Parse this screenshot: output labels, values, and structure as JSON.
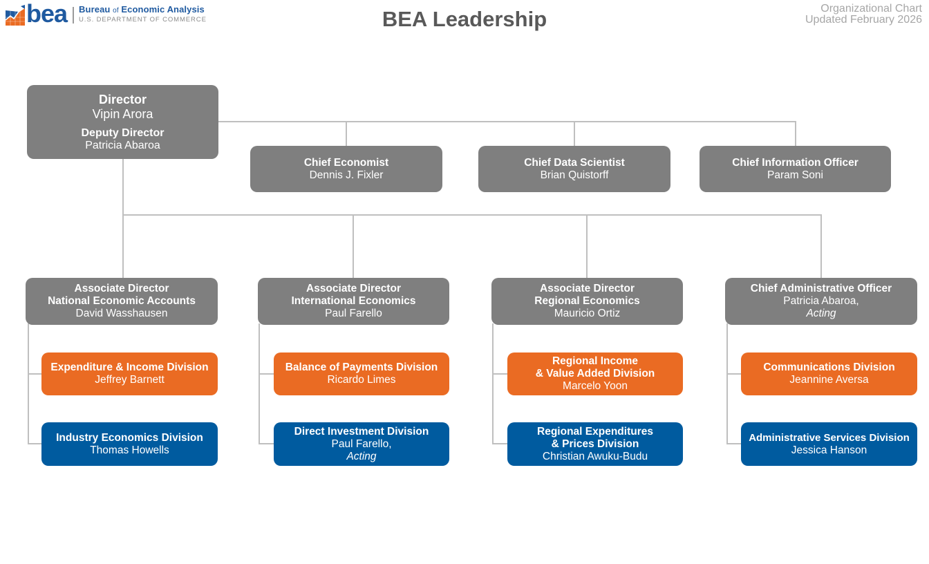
{
  "header": {
    "logo_word": "bea",
    "logo_line1_a": "Bureau ",
    "logo_line1_of": "of",
    "logo_line1_b": " Economic Analysis",
    "logo_line2": "U.S. DEPARTMENT OF COMMERCE",
    "title": "BEA Leadership",
    "subtitle_line1": "Organizational Chart",
    "subtitle_line2": "Updated February 2026"
  },
  "colors": {
    "executive": "#7f7f7f",
    "division_primary": "#ea6b23",
    "division_secondary": "#005b9f",
    "connector": "#bfbfbf",
    "brand": "#1f5aa0"
  },
  "director": {
    "title": "Director",
    "name": "Vipin Arora",
    "deputy_title": "Deputy Director",
    "deputy_name": "Patricia Abaroa"
  },
  "staff": [
    {
      "title": "Chief Economist",
      "name": "Dennis J. Fixler"
    },
    {
      "title": "Chief Data Scientist",
      "name": "Brian Quistorff"
    },
    {
      "title": "Chief Information Officer",
      "name": "Param Soni"
    }
  ],
  "directorates": [
    {
      "title_line1": "Associate Director",
      "title_line2": "National Economic Accounts",
      "name": "David Wasshausen",
      "acting": "",
      "divisions": [
        {
          "title_line1": "Expenditure & Income Division",
          "title_line2": "",
          "name": "Jeffrey Barnett",
          "acting": ""
        },
        {
          "title_line1": "Industry Economics Division",
          "title_line2": "",
          "name": "Thomas Howells",
          "acting": ""
        }
      ]
    },
    {
      "title_line1": "Associate Director",
      "title_line2": "International Economics",
      "name": "Paul Farello",
      "acting": "",
      "divisions": [
        {
          "title_line1": "Balance of Payments Division",
          "title_line2": "",
          "name": "Ricardo Limes",
          "acting": ""
        },
        {
          "title_line1": "Direct Investment Division",
          "title_line2": "",
          "name": "Paul Farello,",
          "acting": "Acting"
        }
      ]
    },
    {
      "title_line1": "Associate Director",
      "title_line2": "Regional Economics",
      "name": "Mauricio Ortiz",
      "acting": "",
      "divisions": [
        {
          "title_line1": "Regional Income",
          "title_line2": "& Value Added Division",
          "name": "Marcelo Yoon",
          "acting": ""
        },
        {
          "title_line1": "Regional Expenditures",
          "title_line2": "& Prices Division",
          "name": "Christian Awuku-Budu",
          "acting": ""
        }
      ]
    },
    {
      "title_line1": "Chief Administrative Officer",
      "title_line2": "",
      "name": "Patricia Abaroa,",
      "acting": "Acting",
      "divisions": [
        {
          "title_line1": "Communications Division",
          "title_line2": "",
          "name": "Jeannine Aversa",
          "acting": ""
        },
        {
          "title_line1": "Administrative Services Division",
          "title_line2": "",
          "name": "Jessica Hanson",
          "acting": ""
        }
      ]
    }
  ]
}
